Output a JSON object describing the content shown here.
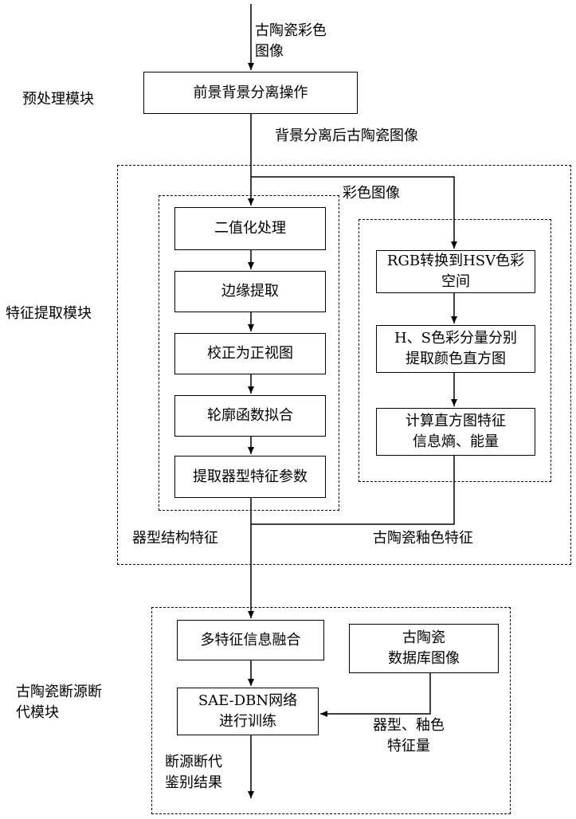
{
  "input": {
    "label": "古陶瓷彩色\n图像"
  },
  "preprocess": {
    "module_label": "预处理模块",
    "foreground_box": "前景背景分离操作",
    "output_label": "背景分离后古陶瓷图像"
  },
  "feature": {
    "module_label": "特征提取模块",
    "color_image_label": "彩色图像",
    "shape_steps": [
      "二值化处理",
      "边缘提取",
      "校正为正视图",
      "轮廓函数拟合",
      "提取器型特征参数"
    ],
    "color_steps": [
      "RGB转换到HSV色彩\n空间",
      "H、S色彩分量分别\n提取颜色直方图",
      "计算直方图特征\n信息熵、能量"
    ],
    "shape_output_label": "器型结构特征",
    "color_output_label": "古陶瓷釉色特征"
  },
  "dating": {
    "module_label": "古陶瓷断源断\n代模块",
    "fusion_box": "多特征信息融合",
    "database_box": "古陶瓷\n数据库图像",
    "network_box": "SAE-DBN网络\n进行训练",
    "db_feature_label": "器型、釉色\n特征量",
    "result_label": "断源断代\n鉴别结果"
  }
}
